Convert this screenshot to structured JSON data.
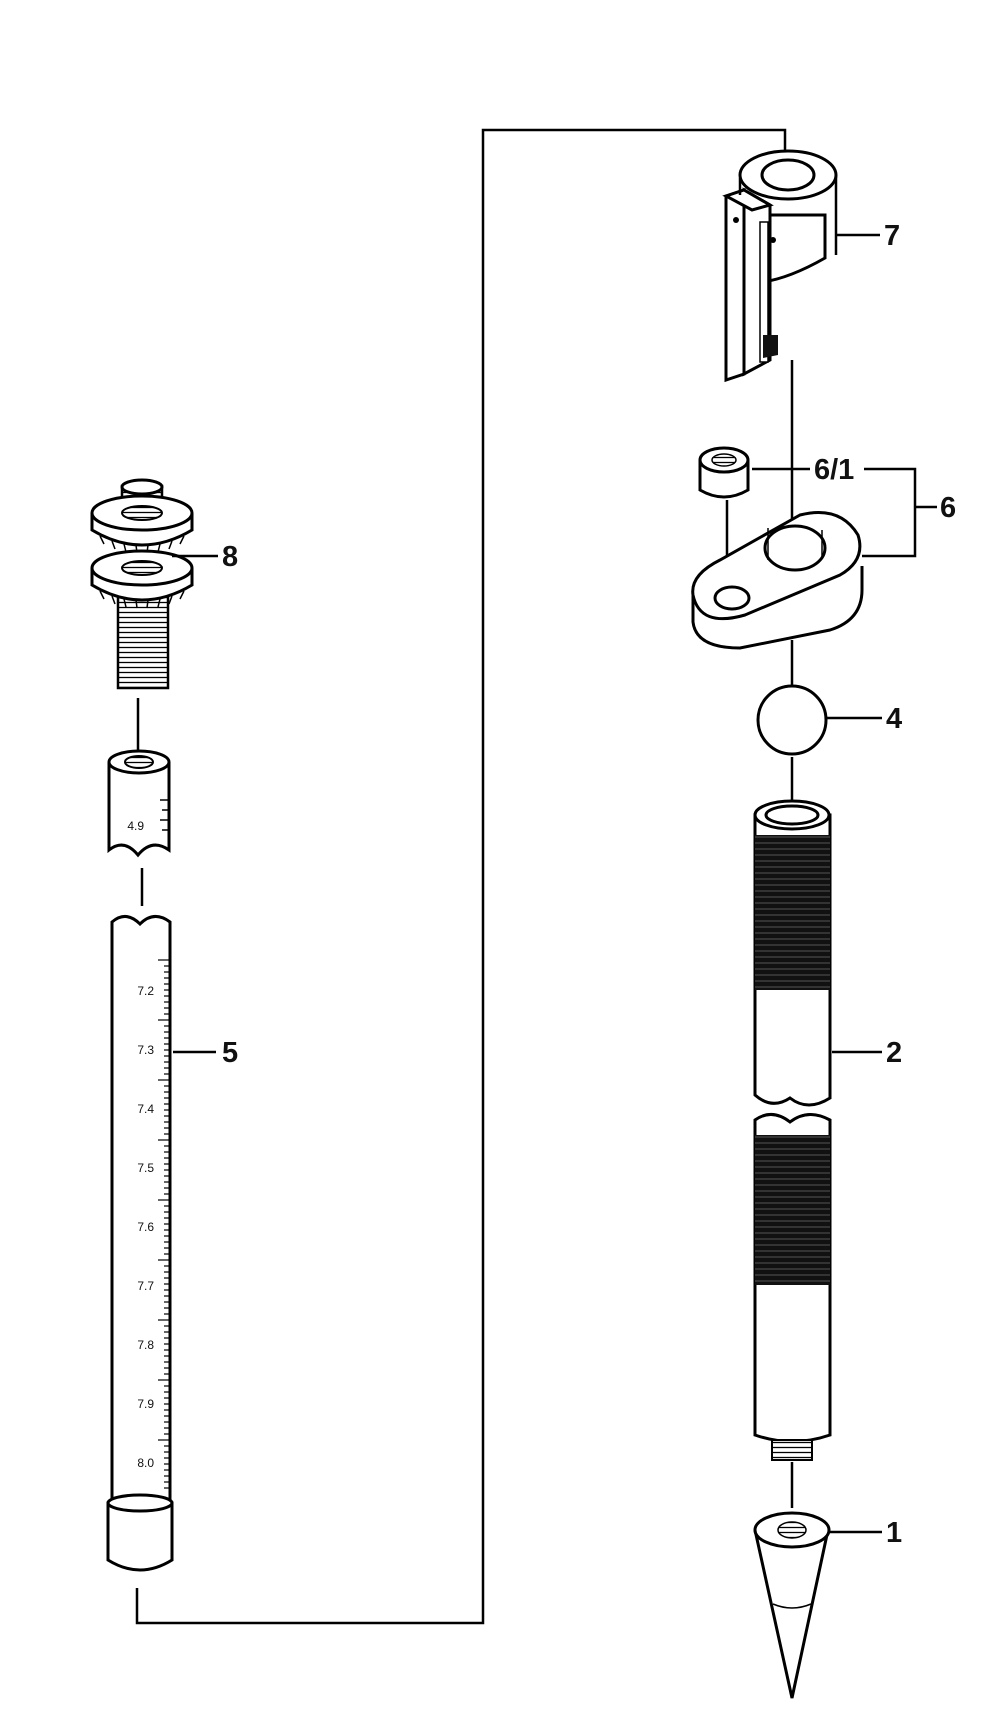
{
  "callouts": [
    {
      "id": "1",
      "label": "1"
    },
    {
      "id": "2",
      "label": "2"
    },
    {
      "id": "4",
      "label": "4"
    },
    {
      "id": "5",
      "label": "5"
    },
    {
      "id": "6",
      "label": "6"
    },
    {
      "id": "6-1",
      "label": "6/1"
    },
    {
      "id": "7",
      "label": "7"
    },
    {
      "id": "8",
      "label": "8"
    }
  ],
  "short_tube_scale": [
    "4.9"
  ],
  "long_tube_scale": [
    "7.2",
    "7.3",
    "7.4",
    "7.5",
    "7.6",
    "7.7",
    "7.8",
    "7.9",
    "8.0"
  ],
  "colors": {
    "line": "#000000",
    "fill": "#ffffff",
    "thread": "#111111"
  }
}
